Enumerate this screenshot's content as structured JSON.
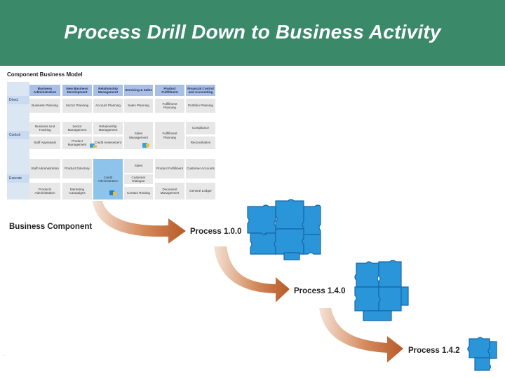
{
  "header": {
    "title": "Process Drill Down to Business Activity"
  },
  "cbm": {
    "title": "Component Business Model",
    "column_headers": [
      "Business Administration",
      "New Business Development",
      "Relationship Management",
      "Servicing & Sales",
      "Product Fulfillment",
      "Financial Control and Accounting"
    ],
    "row_labels": [
      "Direct",
      "Control",
      "Execute"
    ],
    "cells": {
      "direct_1": [
        "Business Planning",
        "Sector Planning",
        "Account Planning",
        "Sales Planning",
        "Fulfillment Planning",
        "Portfolio Planning"
      ],
      "control_1": [
        "Business Unit Tracking",
        "Sector Management",
        "Relationship Management",
        "Compliance"
      ],
      "control_2": [
        "Staff Appraisals",
        "Product Management",
        "Credit Assessment",
        "Reconciliation"
      ],
      "control_span": [
        "Sales Management",
        "Fulfillment Planning"
      ],
      "execute_1": [
        "Staff Administration",
        "Product Directory",
        "Sales",
        "Product Fulfillment",
        "Customer Accounts"
      ],
      "execute_mid": [
        "Customer Dialogue"
      ],
      "execute_hl": [
        "Credit Administration"
      ],
      "execute_2": [
        "Products Administration",
        "Marketing Campaigns",
        "Contact Routing",
        "Document Management",
        "General Ledger"
      ]
    }
  },
  "business_component": {
    "label": "Business Component"
  },
  "processes": [
    {
      "label": "Process 1.0.0"
    },
    {
      "label": "Process 1.4.0"
    },
    {
      "label": "Process 1.4.2"
    }
  ],
  "colors": {
    "header_bg": "#3a8a6a",
    "arrow": "#c06a38",
    "puzzle": "#2a95d8"
  },
  "footer": {
    "mark": "."
  }
}
